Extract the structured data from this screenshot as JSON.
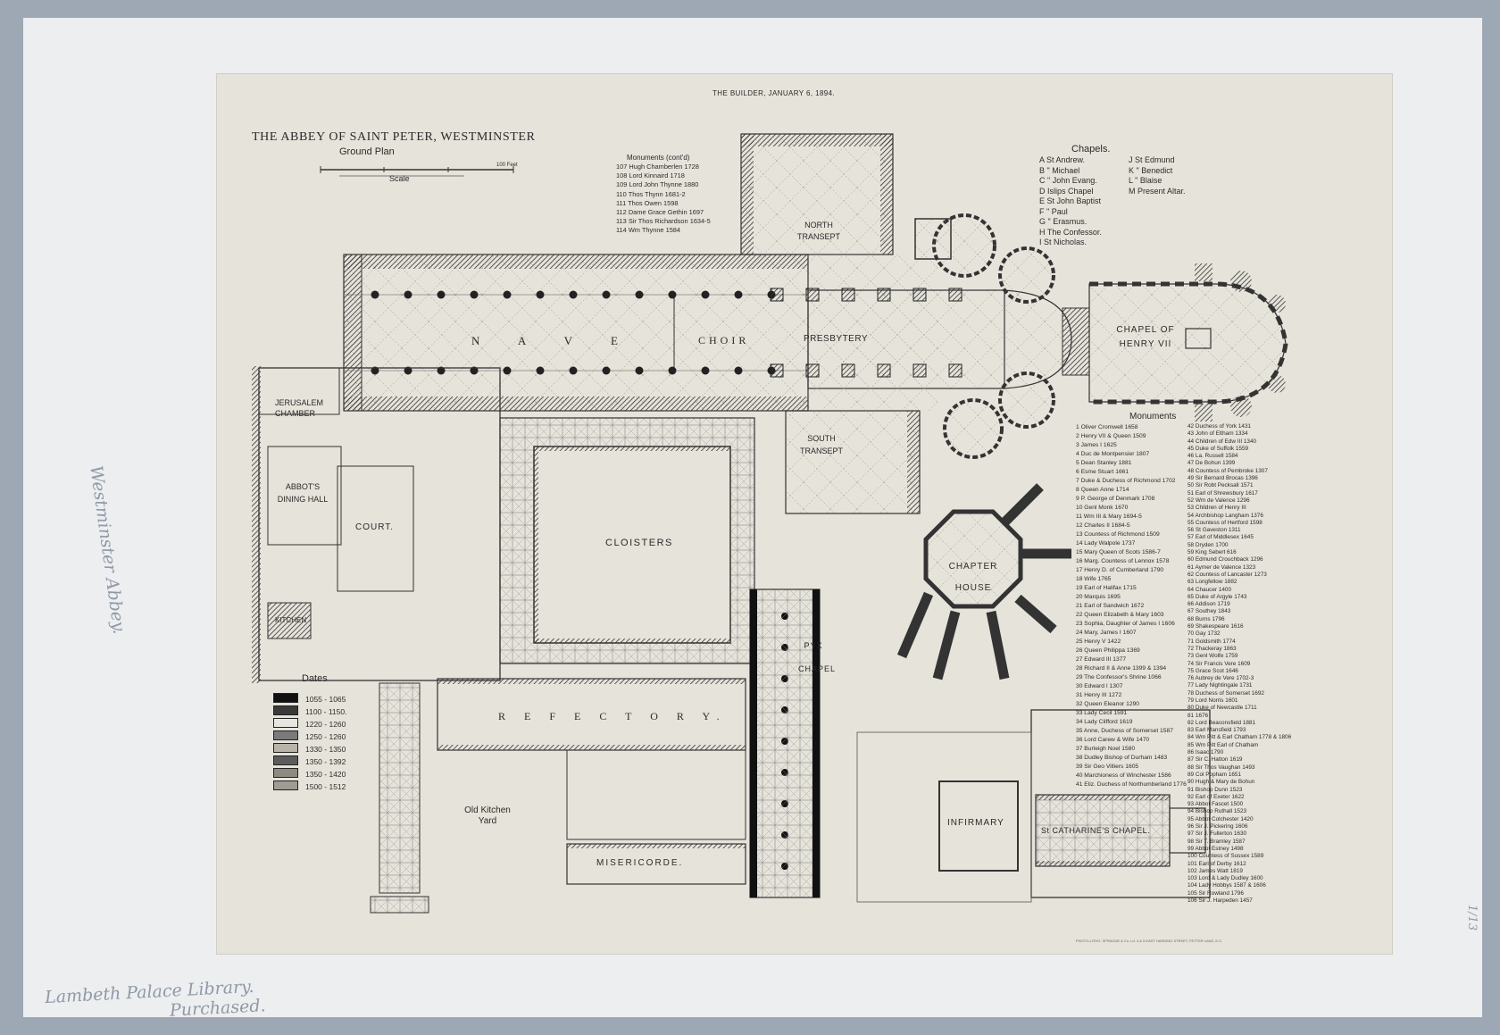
{
  "publication": "THE BUILDER, JANUARY 6, 1894.",
  "title": "THE ABBEY OF SAINT PETER, WESTMINSTER",
  "subtitle": "Ground Plan",
  "scale": {
    "label": "Scale",
    "end_label": "100 Feet"
  },
  "rooms": {
    "nave": "N A V E",
    "choir": "CHOIR",
    "presbytery": "PRESBYTERY",
    "north_transept": "NORTH TRANSEPT",
    "south_transept": "SOUTH TRANSEPT",
    "chapel_henry": "CHAPEL OF HENRY VII",
    "cloisters": "CLOISTERS",
    "chapter_house": "CHAPTER HOUSE",
    "pyx_chapel": "PYX CHAPEL",
    "refectory": "R E F E C T O R Y.",
    "old_kitchen_yard": "Old Kitchen Yard",
    "misericorde": "MISERICORDE.",
    "infirmary": "INFIRMARY",
    "st_catharines": "St CATHARINE'S CHAPEL.",
    "jerusalem_chamber": "JERUSALEM CHAMBER",
    "abbots_dining_hall": "ABBOT'S DINING HALL",
    "court": "COURT.",
    "kitchen": "KITCHEN"
  },
  "dates_legend": {
    "title": "Dates",
    "items": [
      {
        "label": "1055 - 1065",
        "swatch": "#111111"
      },
      {
        "label": "1100 - 1150.",
        "swatch": "#3a3a3a"
      },
      {
        "label": "1220 - 1260",
        "swatch": "#e8e6e0"
      },
      {
        "label": "1250 - 1260",
        "swatch": "#7a7a7a"
      },
      {
        "label": "1330 - 1350",
        "swatch": "#b8b4aa"
      },
      {
        "label": "1350 - 1392",
        "swatch": "#5c5c5c"
      },
      {
        "label": "1350 - 1420",
        "swatch": "#8e8a82"
      },
      {
        "label": "1500 - 1512",
        "swatch": "#a09c94"
      }
    ]
  },
  "chapels_legend": {
    "title": "Chapels.",
    "col1": [
      "A  St Andrew.",
      "B  \" Michael",
      "C  \" John Evang.",
      "D  Islips Chapel",
      "E  St John Baptist",
      "F  \" Paul",
      "G  \" Erasmus.",
      "H  The Confessor.",
      "I  St Nicholas."
    ],
    "col2": [
      "J  St Edmund",
      "K  \" Benedict",
      "L  \" Blaise",
      "M  Present Altar."
    ]
  },
  "monuments_header": "Monuments",
  "monuments_top": {
    "title": "Monuments (cont'd)",
    "items": [
      "107 Hugh Chamberlen 1728",
      "108 Lord Kinnaird 1718",
      "109 Lord John Thynne 1880",
      "110 Thos Thynn 1681-2",
      "111 Thos Owen 1598",
      "112 Dame Grace Gethin 1697",
      "113 Sir Thos Richardson 1634-5",
      "114 Wm Thynne 1584"
    ]
  },
  "monuments_col1": [
    "1 Oliver Cromwell 1658",
    "2 Henry VII & Queen 1509",
    "3 James I 1625",
    "4 Duc de Montpensier 1807",
    "5 Dean Stanley 1881",
    "6 Esme Stuart 1661",
    "7 Duke & Duchess of Richmond 1702",
    "8 Queen Anne 1714",
    "9 P. George of Denmark 1708",
    "10 Genl Monk 1670",
    "11 Wm III & Mary 1694-5",
    "12 Charles II 1684-5",
    "13 Countess of Richmond 1509",
    "14 Lady Walpole 1737",
    "15 Mary Queen of Scots 1586-7",
    "16 Marg. Countess of Lennox 1578",
    "17 Henry D. of Cumberland 1790",
    "18 Wife 1765",
    "19 Earl of Halifax 1715",
    "20 Marquis 1695",
    "21 Earl of Sandwich 1672",
    "22 Queen Elizabeth & Mary 1603",
    "23 Sophia, Daughter of James I 1606",
    "24 Mary, James I 1607",
    "25 Henry V 1422",
    "26 Queen Philippa 1369",
    "27 Edward III 1377",
    "28 Richard II & Anne 1399 & 1394",
    "29 The Confessor's Shrine 1066",
    "30 Edward I 1307",
    "31 Henry III 1272",
    "32 Queen Eleanor 1290",
    "33 Lady Cecil 1591",
    "34 Lady Clifford 1619",
    "35 Anne, Duchess of Somerset 1587",
    "36 Lord Carew & Wife 1470",
    "37 Burleigh Noel 1580",
    "38 Dudley Bishop of Durham 1483",
    "39 Sir Geo Villiers 1605",
    "40 Marchioness of Winchester 1586",
    "41 Eliz. Duchess of Northumberland 1776"
  ],
  "monuments_col2": [
    "42 Duchess of York 1431",
    "43 John of Eltham 1334",
    "44 Children of Edw III 1340",
    "45 Duke of Suffolk 1559",
    "46 La. Russell 1584",
    "47 De Bohun 1399",
    "48 Countess of Pembroke 1307",
    "49 Sir Bernard Brocas 1396",
    "50 Sir Robt Pecksall 1571",
    "51 Earl of Shrewsbury 1617",
    "52 Wm de Valence 1296",
    "53 Children of Henry III",
    "54 Archbishop Langham 1376",
    "55 Countess of Hertford 1598",
    "56 St Gaveston 1311",
    "57 Earl of Middlesex 1645",
    "58 Dryden 1700",
    "59 King Sebert 616",
    "60 Edmund Crouchback 1296",
    "61 Aymer de Valence 1323",
    "62 Countess of Lancaster 1273",
    "63 Longfellow 1882",
    "64 Chaucer 1400",
    "65 Duke of Argyle 1743",
    "66 Addison 1719",
    "67 Southey 1843",
    "68 Burns 1796",
    "69 Shakespeare 1616",
    "70 Gay 1732",
    "71 Goldsmith 1774",
    "72 Thackeray 1863",
    "73 Genl Wolfe 1759",
    "74 Sir Francis Vere 1609",
    "75 Grace Scot 1646",
    "76 Aubrey de Vere 1702-3",
    "77 Lady Nightingale 1731",
    "78 Duchess of Somerset 1692",
    "79 Lord Norris 1601",
    "80 Duke of Newcastle 1711",
    "81 1676",
    "82 Lord Beaconsfield 1881",
    "83 Earl Mansfield 1793",
    "84 Wm Pitt & Earl Chatham 1778 & 1806",
    "85 Wm Pitt Earl of Chatham",
    "86 Isaac 1790",
    "87 Sir C. Hatton 1619",
    "88 Sir Thos Vaughan 1493",
    "89 Col Popham 1651",
    "90 Hugh & Mary de Bohun",
    "91 Bishop Dunn 1523",
    "92 Earl of Exeter 1622",
    "93 Abbot Fascet 1500",
    "94 Bishop Ruthall 1523",
    "95 Abbot Colchester 1420",
    "96 Sir J. Pickering 1606",
    "97 Sir J. Fullerton 1630",
    "98 Sir T. Bramley 1587",
    "99 Abbot Estney 1498",
    "100 Countess of Sussex 1589",
    "101 Earl of Derby 1612",
    "102 James Watt 1819",
    "103 Lord & Lady Dudley 1600",
    "104 Lady Hobbys 1587 & 1606",
    "105 Sir Rowland 1796",
    "106 Sir J. Harpeden 1457"
  ],
  "printer_line": "PHOTO-LITHO. SPRAGUE & Co. Ld. 4 & 5 EAST HARDING STREET, FETTER LANE, E.C.",
  "handwriting": {
    "side": "Westminster Abbey.",
    "bottom1": "Lambeth Palace Library.",
    "bottom2": "Purchased.",
    "corner": "1/13"
  },
  "colors": {
    "ink": "#2a2a2a",
    "paper": "#e6e3da",
    "mount": "#edeef0",
    "backdrop": "#9ea8b4"
  }
}
